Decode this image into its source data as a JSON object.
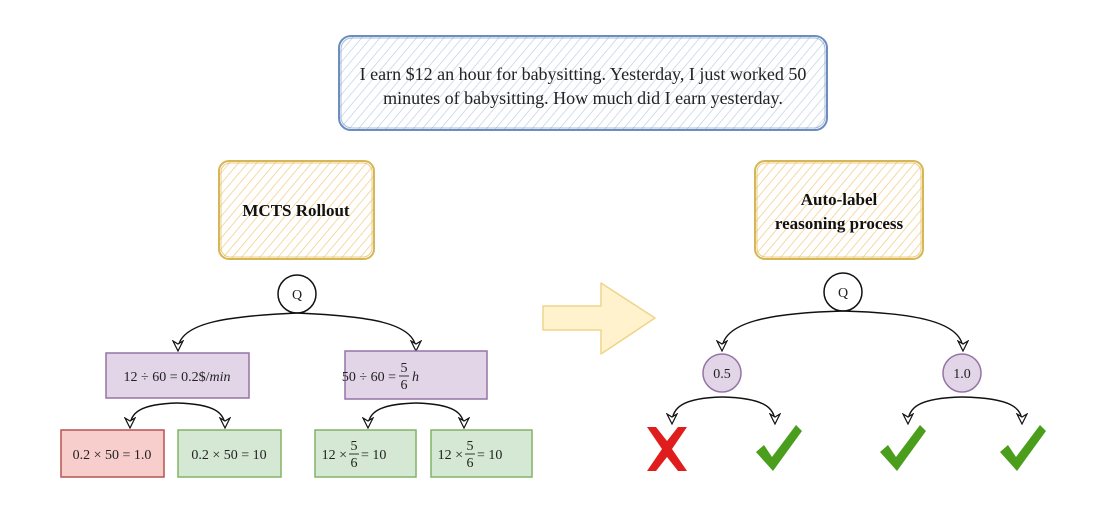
{
  "question": {
    "line1": "I earn $12 an hour for babysitting. Yesterday, I just worked 50",
    "line2": "minutes of babysitting. How much did I earn yesterday."
  },
  "left_panel": {
    "title": "MCTS Rollout",
    "root": "Q",
    "step1_left": {
      "a": "12 ÷ 60 = 0.2$/",
      "b": "min"
    },
    "step1_right": {
      "a": "50 ÷ 60 = ",
      "num": "5",
      "den": "6",
      "b": "h"
    },
    "leaf1": "0.2 × 50 = 1.0",
    "leaf2": "0.2 × 50 = 10",
    "leaf3": {
      "a": "12 × ",
      "num": "5",
      "den": "6",
      "b": " = 10"
    },
    "leaf4": {
      "a": "12 × ",
      "num": "5",
      "den": "6",
      "b": " = 10"
    }
  },
  "right_panel": {
    "title_line1": "Auto-label",
    "title_line2": "reasoning process",
    "root": "Q",
    "score_left": "0.5",
    "score_right": "1.0",
    "outcomes": [
      "cross-icon",
      "check-icon",
      "check-icon",
      "check-icon"
    ]
  },
  "colors": {
    "question_border": "#6c8ebf",
    "question_fill": "#dae8fc",
    "title_border": "#d6b656",
    "title_fill": "#fff2cc",
    "purple_border": "#9673a6",
    "purple_fill": "#e1d5e7",
    "red_border": "#b85450",
    "red_fill": "#f8cecc",
    "green_border": "#82b366",
    "green_fill": "#d5e8d4",
    "check": "#4a9e1c",
    "cross": "#e01d1d",
    "arrow_fill": "#fff2cc",
    "arrow_border": "#f0d48a"
  }
}
